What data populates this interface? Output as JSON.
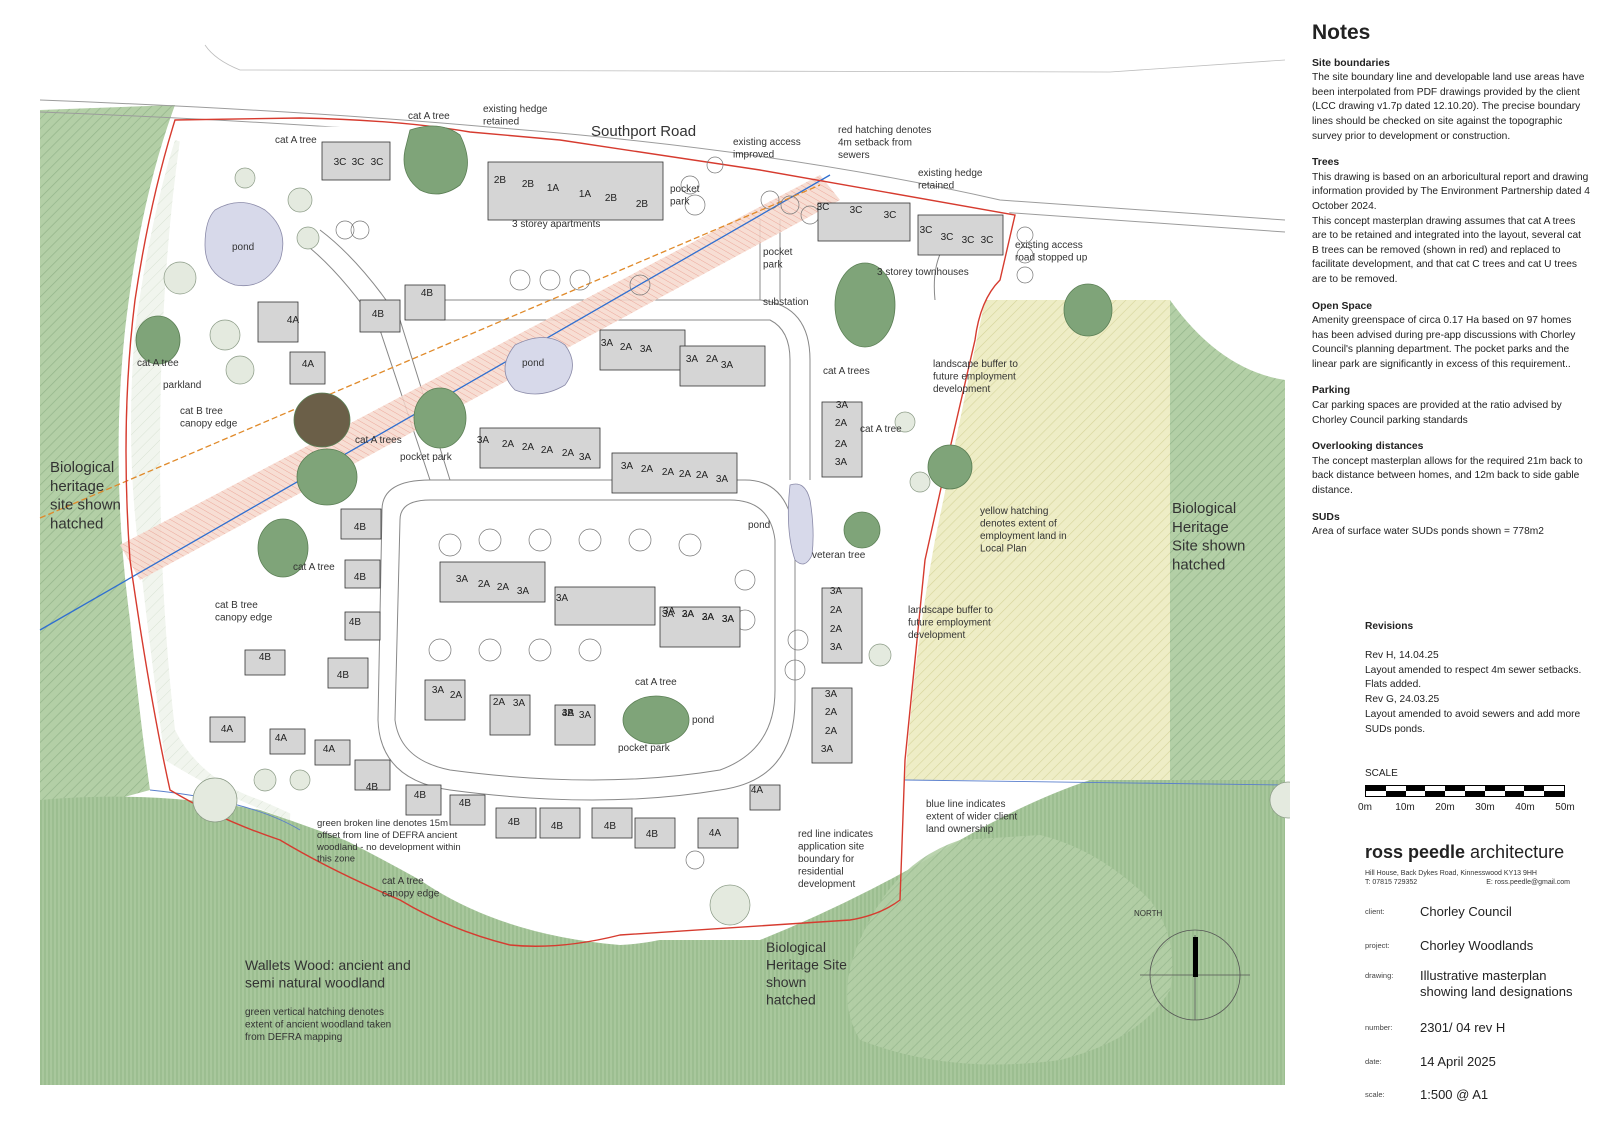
{
  "map": {
    "road_name": "Southport Road",
    "labels": [
      {
        "id": "cat-a-tree-1",
        "text": "cat A tree"
      },
      {
        "id": "hedge-retained-1",
        "text": "existing hedge\nretained"
      },
      {
        "id": "cat-a-tree-2",
        "text": "cat A tree"
      },
      {
        "id": "access-improved",
        "text": "existing access\nimproved"
      },
      {
        "id": "red-hatching",
        "text": "red hatching denotes\n4m setback from\nsewers"
      },
      {
        "id": "hedge-retained-2",
        "text": "existing hedge\nretained"
      },
      {
        "id": "access-stopped",
        "text": "existing access\nroad stopped up"
      },
      {
        "id": "pocket-park-1",
        "text": "pocket\npark"
      },
      {
        "id": "apartments",
        "text": "3 storey apartments"
      },
      {
        "id": "pond-1",
        "text": "pond"
      },
      {
        "id": "pocket-park-2",
        "text": "pocket\npark"
      },
      {
        "id": "substation",
        "text": "substation"
      },
      {
        "id": "townhouses",
        "text": "3 storey townhouses"
      },
      {
        "id": "cat-a-tree-3",
        "text": "cat A tree"
      },
      {
        "id": "parkland",
        "text": "parkland"
      },
      {
        "id": "cat-b-canopy-1",
        "text": "cat B tree\ncanopy edge"
      },
      {
        "id": "pond-2",
        "text": "pond"
      },
      {
        "id": "cat-a-trees-1",
        "text": "cat A trees"
      },
      {
        "id": "pocket-park-3",
        "text": "pocket park"
      },
      {
        "id": "landscape-buffer-1",
        "text": "landscape buffer to\nfuture employment\ndevelopment"
      },
      {
        "id": "cat-a-trees-2",
        "text": "cat A trees"
      },
      {
        "id": "cat-a-tree-4",
        "text": "cat A tree"
      },
      {
        "id": "bio-heritage-1",
        "text": "Biological\nheritage\nsite shown\nhatched"
      },
      {
        "id": "pond-3",
        "text": "pond"
      },
      {
        "id": "veteran-tree",
        "text": "veteran tree"
      },
      {
        "id": "yellow-hatching",
        "text": "yellow hatching\ndenotes extent of\nemployment land in\nLocal Plan"
      },
      {
        "id": "bio-heritage-2",
        "text": "Biological\nHeritage\nSite shown\nhatched"
      },
      {
        "id": "cat-a-tree-5",
        "text": "cat A tree"
      },
      {
        "id": "cat-b-canopy-2",
        "text": "cat B tree\ncanopy edge"
      },
      {
        "id": "landscape-buffer-2",
        "text": "landscape buffer to\nfuture employment\ndevelopment"
      },
      {
        "id": "cat-a-tree-6",
        "text": "cat A tree"
      },
      {
        "id": "pond-4",
        "text": "pond"
      },
      {
        "id": "pocket-park-4",
        "text": "pocket park"
      },
      {
        "id": "green-broken-line",
        "text": "green broken line denotes 15m\noffset from line of DEFRA ancient\nwoodland - no development within\nthis zone"
      },
      {
        "id": "cat-a-canopy",
        "text": "cat A tree\ncanopy edge"
      },
      {
        "id": "red-line",
        "text": "red line indicates\napplication site\nboundary for\nresidential\ndevelopment"
      },
      {
        "id": "blue-line",
        "text": "blue line indicates\nextent of wider client\nland ownership"
      },
      {
        "id": "wallets-wood",
        "text": "Wallets Wood: ancient and\nsemi natural woodland"
      },
      {
        "id": "green-vertical",
        "text": "green vertical hatching denotes\nextent of ancient woodland taken\nfrom DEFRA mapping"
      },
      {
        "id": "bio-heritage-3",
        "text": "Biological\nHeritage Site\nshown\nhatched"
      },
      {
        "id": "north",
        "text": "NORTH"
      }
    ],
    "units": [
      "3C",
      "3C",
      "3C",
      "2B",
      "2B",
      "1A",
      "1A",
      "2B",
      "2B",
      "3C",
      "3C",
      "3C",
      "3C",
      "3C",
      "3C",
      "3C",
      "4A",
      "4A",
      "4B",
      "4B",
      "3A",
      "2A",
      "3A",
      "3A",
      "2A",
      "3A",
      "3A",
      "2A",
      "2A",
      "2A",
      "2A",
      "3A",
      "3A",
      "2A",
      "2A",
      "2A",
      "2A",
      "3A",
      "3A",
      "2A",
      "2A",
      "3A",
      "3A",
      "4B",
      "4B",
      "3A",
      "2A",
      "2A",
      "3A",
      "3A",
      "2A",
      "2A",
      "3A",
      "3A",
      "2A",
      "2A",
      "3A",
      "4B",
      "4B",
      "4B",
      "3A",
      "2A",
      "2A",
      "3A",
      "4B",
      "3A",
      "3A",
      "3A",
      "3A",
      "3A",
      "3A",
      "3A",
      "2A",
      "2A",
      "3A",
      "4A",
      "4A",
      "4A",
      "4B",
      "4B",
      "4B",
      "4B",
      "4B",
      "4B",
      "4B",
      "4A",
      "4A"
    ],
    "colors": {
      "green": "#a9c79e",
      "dark_green": "#6f9967",
      "red_line": "#d63b2f",
      "blue_line": "#2f6fd0",
      "yellow": "#ecebc0"
    }
  },
  "notes": {
    "title": "Notes",
    "sections": [
      {
        "heading": "Site boundaries",
        "body": "The site boundary line and developable land use areas have been interpolated from PDF drawings provided by the client (LCC drawing v1.7p dated 12.10.20). The precise boundary lines should be checked on site against the topographic survey prior to development or construction."
      },
      {
        "heading": "Trees",
        "body": "This drawing is based on an arboricultural report and drawing information provided by The Environment Partnership dated 4 October 2024.\nThis concept masterplan drawing assumes that cat A trees are to be retained and integrated into the layout, several cat B trees can be removed (shown in red) and replaced to facilitate development, and that cat C trees and cat U trees are to be removed."
      },
      {
        "heading": "Open Space",
        "body": "Amenity greenspace of circa 0.17 Ha based on 97 homes has been advised during pre-app discussions with Chorley Council's planning department. The pocket parks and the linear park are significantly in excess of this requirement.."
      },
      {
        "heading": "Parking",
        "body": "Car parking spaces are provided at the ratio advised by Chorley Council parking standards"
      },
      {
        "heading": "Overlooking distances",
        "body": "The concept masterplan allows for the required 21m back to back distance between homes, and 12m back to side gable distance."
      },
      {
        "heading": "SUDs",
        "body": "Area of surface water SUDs ponds shown = 778m2"
      }
    ]
  },
  "revisions": {
    "title": "Revisions",
    "entries": [
      "Rev H, 14.04.25",
      "Layout amended to respect 4m sewer setbacks. Flats added.",
      "Rev G, 24.03.25",
      "Layout amended to avoid sewers and add more SUDs ponds."
    ]
  },
  "scale_bar": {
    "title": "SCALE",
    "ticks": [
      "0m",
      "10m",
      "20m",
      "30m",
      "40m",
      "50m"
    ]
  },
  "title_block": {
    "firm_bold": "ross peedle",
    "firm_rest": " architecture",
    "address": "Hill House,  Back Dykes Road,  Kinnesswood KY13 9HH",
    "phone": "T: 07815 729352",
    "email": "E: ross.peedle@gmail.com",
    "rows": [
      {
        "key": "client:",
        "value": "Chorley Council"
      },
      {
        "key": "project:",
        "value": "Chorley Woodlands"
      },
      {
        "key": "drawing:",
        "value": "Illustrative masterplan\nshowing land designations"
      },
      {
        "key": "number:",
        "value": "2301/ 04 rev H"
      },
      {
        "key": "date:",
        "value": "14 April 2025"
      },
      {
        "key": "scale:",
        "value": "1:500 @ A1"
      }
    ]
  }
}
